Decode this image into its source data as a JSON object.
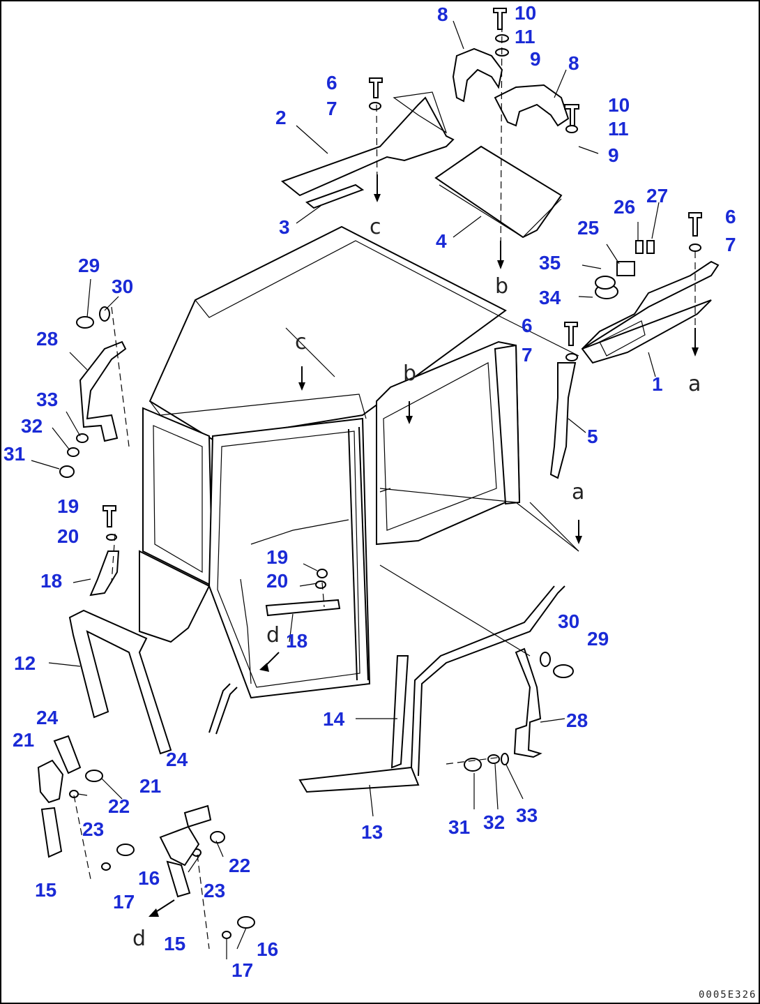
{
  "figure_code": "0005E326",
  "reference_letters": [
    "a",
    "b",
    "c",
    "d"
  ],
  "part_numbers": [
    "1",
    "2",
    "3",
    "4",
    "5",
    "6",
    "7",
    "8",
    "9",
    "10",
    "11",
    "12",
    "13",
    "14",
    "15",
    "16",
    "17",
    "18",
    "19",
    "20",
    "21",
    "22",
    "23",
    "24",
    "25",
    "26",
    "27",
    "28",
    "29",
    "30",
    "31",
    "32",
    "33",
    "34",
    "35"
  ],
  "colors": {
    "callout": "#1a2ad6",
    "lines": "#000000"
  }
}
